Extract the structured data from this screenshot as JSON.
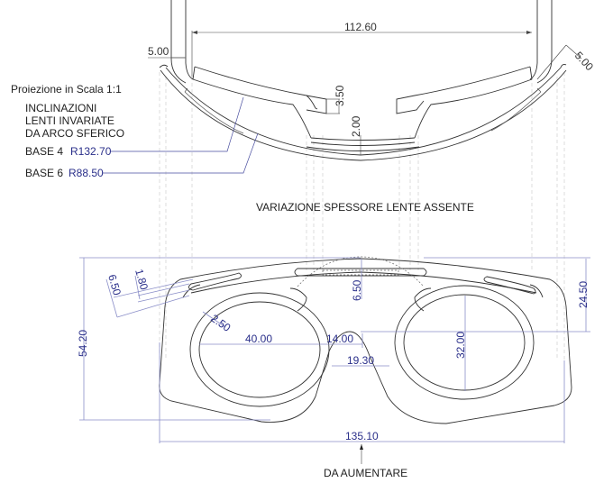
{
  "drawing": {
    "notes": {
      "projection": "Proiezione in Scala 1:1",
      "inclination_line1": "INCLINAZIONI",
      "inclination_line2": "LENTI INVARIATE",
      "inclination_line3": "DA ARCO SFERICO",
      "base4_label": "BASE 4",
      "base4_radius": "R132.70",
      "base6_label": "BASE 6",
      "base6_radius": "R88.50",
      "thickness_note": "VARIAZIONE SPESSORE LENTE ASSENTE",
      "increase_note": "DA AUMENTARE"
    },
    "top_view": {
      "dim_width": "112.60",
      "dim_temple_left": "5.00",
      "dim_temple_right": "5.00",
      "dim_step": "3.50",
      "dim_thickness": "2.00"
    },
    "front_view": {
      "dim_total_height": "54.20",
      "dim_right_height": "24.50",
      "dim_slot_offset": "6.50",
      "dim_slot_width": "1.80",
      "dim_rim": "2.50",
      "dim_lens_width": "40.00",
      "dim_bridge": "14.00",
      "dim_bridge_bottom": "19.30",
      "dim_lens_height": "32.00",
      "dim_top_bar": "6.50",
      "dim_total_width": "135.10"
    },
    "colors": {
      "dimension": "#2a2f8a",
      "geometry": "#333333",
      "dimension_line": "#8a8ec8"
    }
  }
}
